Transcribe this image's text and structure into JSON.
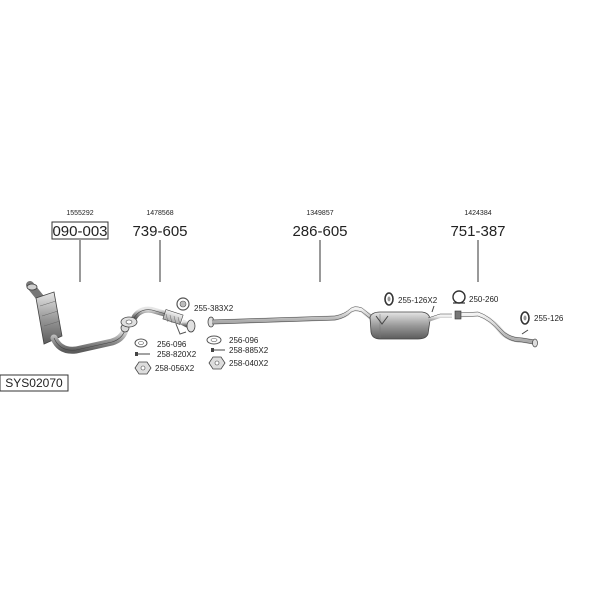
{
  "system": {
    "code": "SYS02070"
  },
  "parts": [
    {
      "ref": "1555292",
      "number": "090-003",
      "boxed": true
    },
    {
      "ref": "1478568",
      "number": "739-605"
    },
    {
      "ref": "1349857",
      "number": "286-605"
    },
    {
      "ref": "1424384",
      "number": "751-387"
    }
  ],
  "fittings": {
    "f1": "255-383X2",
    "f2": "256-096",
    "f3": "258-820X2",
    "f4": "258-056X2",
    "f5": "256-096",
    "f6": "258-885X2",
    "f7": "258-040X2",
    "f8": "255-126X2",
    "f9": "250-260",
    "f10": "255-126"
  }
}
